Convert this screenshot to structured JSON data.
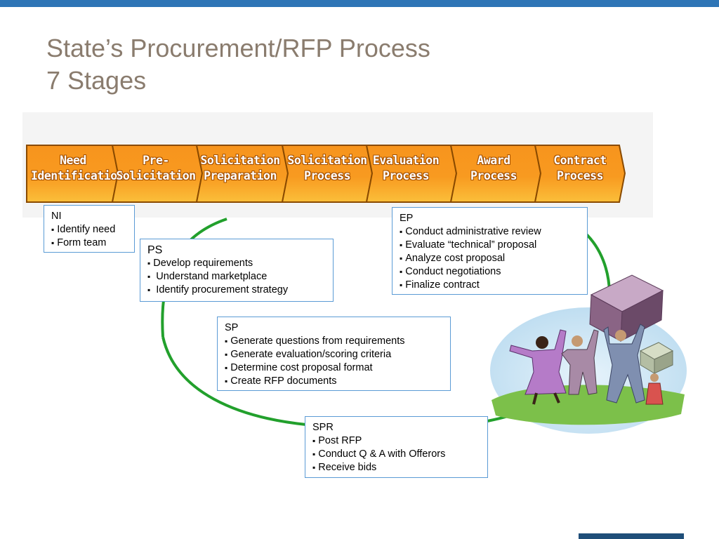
{
  "title": {
    "line1": "State’s Procurement/RFP Process",
    "line2": "7 Stages"
  },
  "stages": [
    {
      "line1": "Need",
      "line2": "Identification"
    },
    {
      "line1": "Pre-",
      "line2": "Solicitation"
    },
    {
      "line1": "Solicitation",
      "line2": "Preparation"
    },
    {
      "line1": "Solicitation",
      "line2": "Process"
    },
    {
      "line1": "Evaluation",
      "line2": "Process"
    },
    {
      "line1": "Award",
      "line2": "Process"
    },
    {
      "line1": "Contract",
      "line2": "Process"
    }
  ],
  "boxes": {
    "ni": {
      "head": "NI",
      "items": [
        "Identify need",
        "Form team"
      ]
    },
    "ps": {
      "head": "PS",
      "items": [
        "Develop requirements",
        " Understand marketplace",
        " Identify procurement strategy"
      ]
    },
    "sp": {
      "head": "SP",
      "items": [
        "Generate questions from requirements",
        "Generate evaluation/scoring criteria",
        "Determine cost proposal format",
        "Create RFP documents"
      ]
    },
    "spr": {
      "head": "SPR",
      "items": [
        "Post RFP",
        "Conduct Q & A with Offerors",
        "Receive bids"
      ]
    },
    "ep": {
      "head": "EP",
      "items": [
        "Conduct administrative review",
        "Evaluate “technical” proposal",
        "Analyze cost proposal",
        "Conduct negotiations",
        "Finalize contract"
      ]
    }
  },
  "colors": {
    "accent_bar": "#2e75b6",
    "title": "#8a7c6e",
    "arrow": "#f7941d",
    "cycle_line": "#22a02c",
    "box_border": "#5b9bd5"
  },
  "icons": [
    "people-lifting-boxes-clipart"
  ]
}
